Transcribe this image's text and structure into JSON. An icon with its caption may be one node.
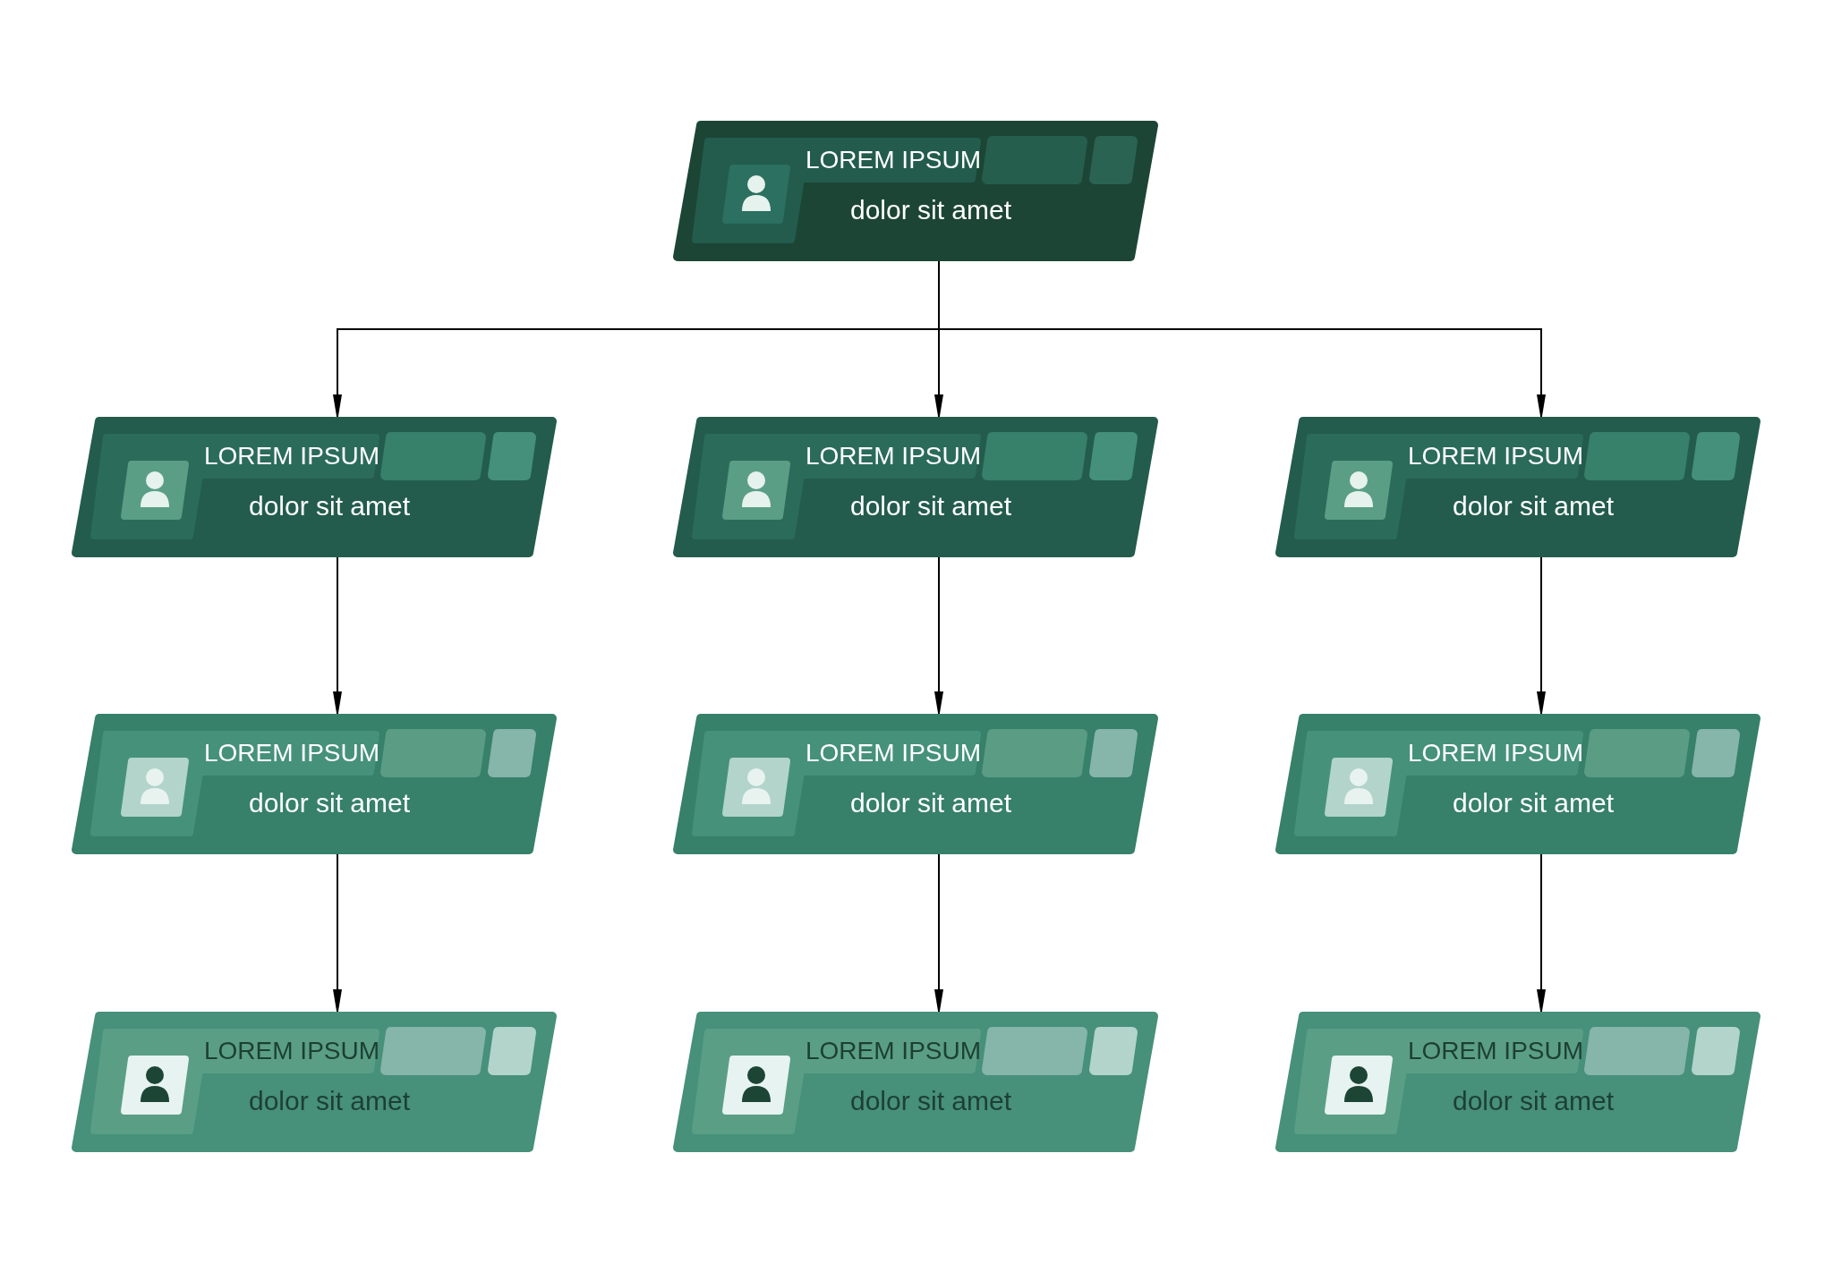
{
  "diagram": {
    "nodes": [
      {
        "text": [
          "LOREM IPSUM",
          "dolor sit amet"
        ]
      },
      {
        "text": [
          "LOREM IPSUM",
          "dolor sit amet"
        ]
      },
      {
        "text": [
          "LOREM IPSUM",
          "dolor sit amet"
        ]
      },
      {
        "text": [
          "LOREM IPSUM",
          "dolor sit amet"
        ]
      },
      {
        "text": [
          "LOREM IPSUM",
          "dolor sit amet"
        ]
      },
      {
        "text": [
          "LOREM IPSUM",
          "dolor sit amet"
        ]
      },
      {
        "text": [
          "LOREM IPSUM",
          "dolor sit amet"
        ]
      },
      {
        "text": [
          "LOREM IPSUM",
          "dolor sit amet"
        ]
      },
      {
        "text": [
          "LOREM IPSUM",
          "dolor sit amet"
        ]
      },
      {
        "text": [
          "LOREM IPSUM",
          "dolor sit amet"
        ]
      }
    ],
    "edges": [
      {
        "from": 0,
        "to": 1,
        "arrow": "to"
      },
      {
        "from": 0,
        "to": 2,
        "arrow": "to"
      },
      {
        "from": 0,
        "to": 3,
        "arrow": "to"
      },
      {
        "from": 1,
        "to": 4,
        "arrow": "to"
      },
      {
        "from": 2,
        "to": 5,
        "arrow": "to"
      },
      {
        "from": 3,
        "to": 6,
        "arrow": "to"
      },
      {
        "from": 4,
        "to": 7,
        "arrow": "to"
      },
      {
        "from": 5,
        "to": 8,
        "arrow": "to"
      },
      {
        "from": 6,
        "to": 9,
        "arrow": "to"
      }
    ]
  }
}
